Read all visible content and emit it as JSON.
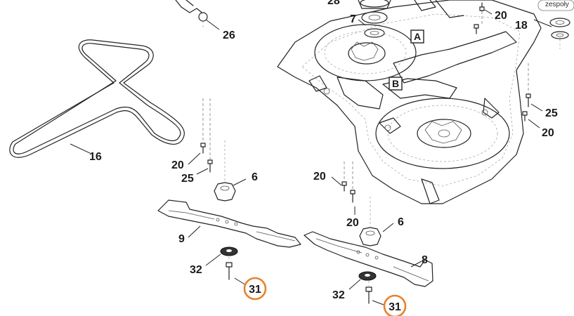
{
  "labels": {
    "l26": "26",
    "l16": "16",
    "l7": "7",
    "l20_top": "20",
    "l18": "18",
    "l25_right": "25",
    "l20_right": "20",
    "l20_left": "20",
    "l25_left": "25",
    "l6_left": "6",
    "l9": "9",
    "l32_left": "32",
    "l31_left": "31",
    "l20_mid_a": "20",
    "l20_mid_b": "20",
    "l6_right": "6",
    "l8": "8",
    "l32_right": "32",
    "l31_right": "31",
    "l28_partial": "28"
  },
  "markers": {
    "a": "A",
    "b": "B"
  },
  "corner_note": "zespoły",
  "colors": {
    "highlight": "#e8822d",
    "line": "#222222"
  }
}
